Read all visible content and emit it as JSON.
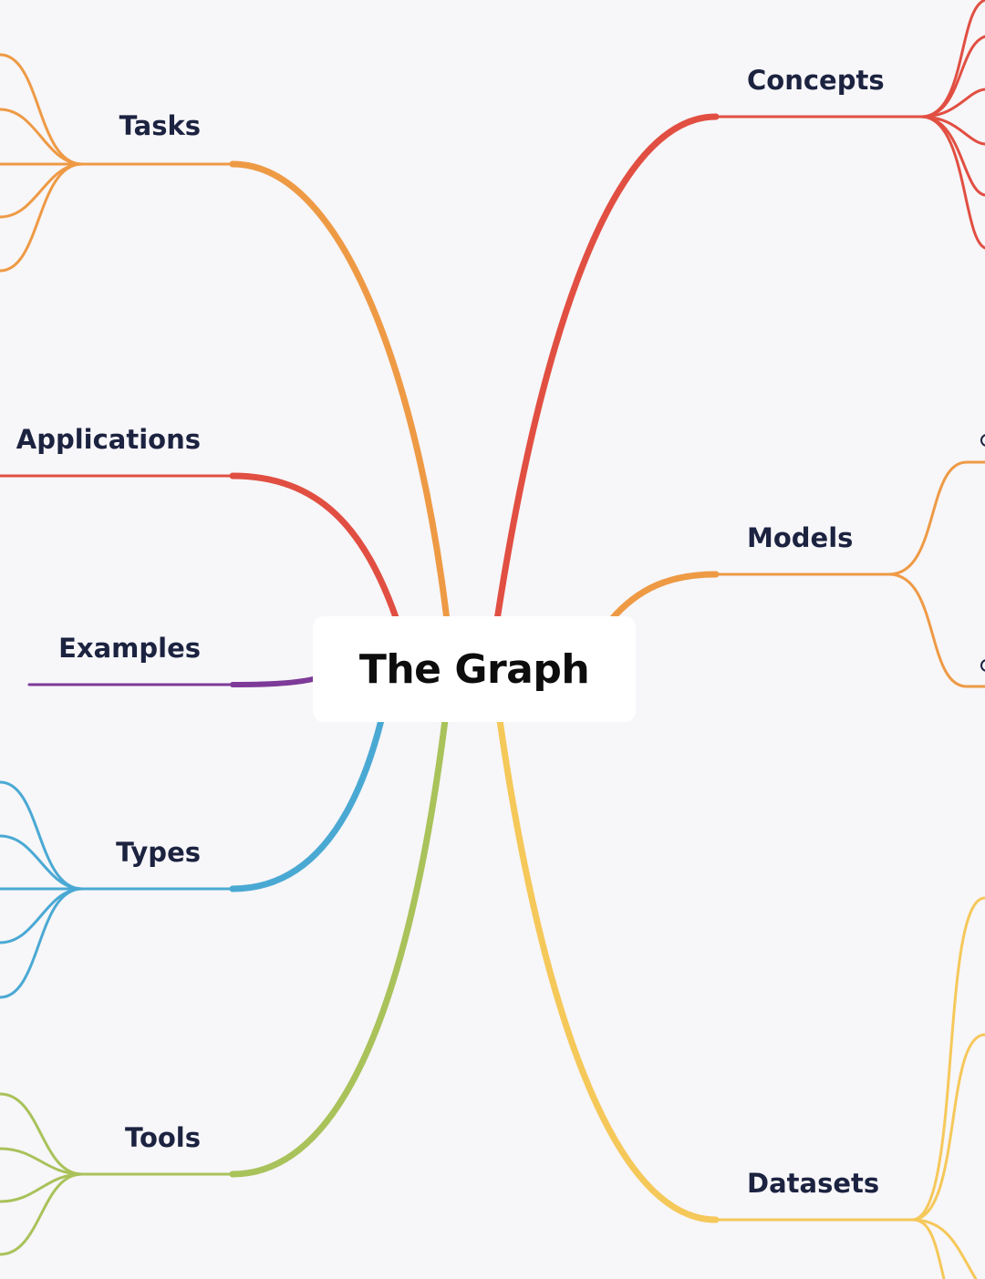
{
  "root": {
    "title": "The Graph"
  },
  "branches": {
    "tasks": {
      "label": "Tasks",
      "color": "#ee9a45"
    },
    "applications": {
      "label": "Applications",
      "color": "#e14f42"
    },
    "examples": {
      "label": "Examples",
      "color": "#7d3a98"
    },
    "types": {
      "label": "Types",
      "color": "#4aa9d3"
    },
    "tools": {
      "label": "Tools",
      "color": "#a9c25a"
    },
    "concepts": {
      "label": "Concepts",
      "color": "#e14f42"
    },
    "models": {
      "label": "Models",
      "color": "#ee9a45"
    },
    "datasets": {
      "label": "Datasets",
      "color": "#f5c85a"
    }
  }
}
